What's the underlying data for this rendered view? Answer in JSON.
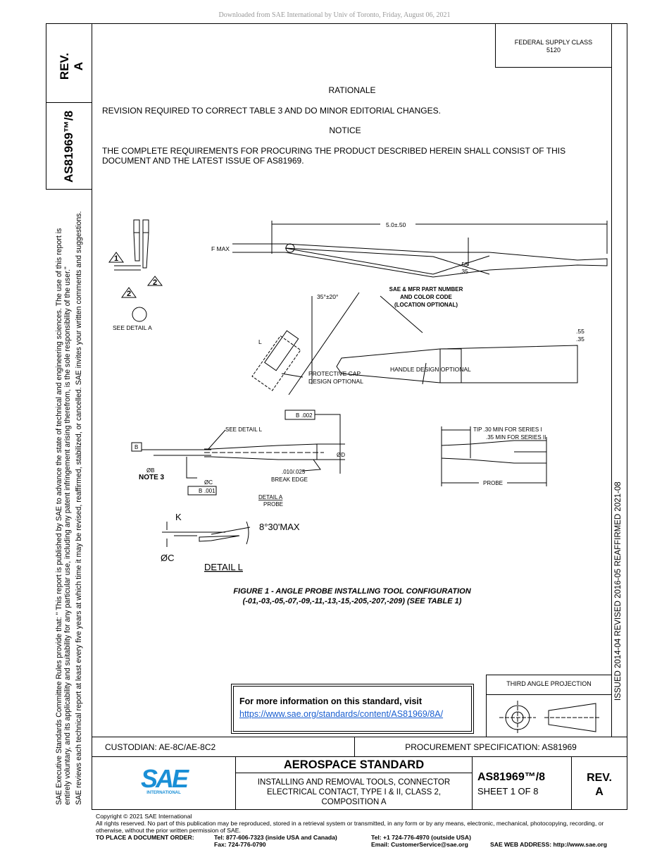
{
  "download_notice": "Downloaded from SAE International by Univ of Toronto, Friday, August 06, 2021",
  "side": {
    "rev_label": "REV.",
    "rev_value": "A",
    "doc_number": "AS81969™/8",
    "disclaimer_line1": "SAE Executive Standards Committee Rules provide that: \"  This report is published by SAE to advance the state of technical and engineering sciences. The use of this report is",
    "disclaimer_line2": "entirely voluntary, and its applicability and suitability for any particular use, including any patent infringement arising therefrom, is the sole responsibility of the user.\"",
    "disclaimer_line3": "SAE reviews each technical report at least every five years at which time it may be revised, reaffirmed, stabilized, or cancelled. SAE invites your written comments and suggestions.",
    "dates": "ISSUED 2014-04     REVISED 2016-05     REAFFIRMED 2021-08"
  },
  "header": {
    "supply_class_label": "FEDERAL SUPPLY CLASS",
    "supply_class_value": "5120"
  },
  "body": {
    "rationale_heading": "RATIONALE",
    "rationale_text": "REVISION REQUIRED TO CORRECT TABLE 3 AND DO MINOR EDITORIAL CHANGES.",
    "notice_heading": "NOTICE",
    "notice_text": "THE COMPLETE REQUIREMENTS FOR PROCURING THE PRODUCT DESCRIBED HEREIN SHALL CONSIST OF THIS DOCUMENT AND THE LATEST ISSUE OF AS81969."
  },
  "figure": {
    "labels": {
      "tri1": "1",
      "tri2": "2",
      "tri2b": "2",
      "see_detail_a": "SEE DETAIL A",
      "length": "5.0±.50",
      "f_max": "F MAX",
      "dim_top_a": ".55",
      "dim_top_b": ".35",
      "angle": "35°±20°",
      "part_number_1": "SAE & MFR PART NUMBER",
      "part_number_2": "AND COLOR CODE",
      "part_number_3": "(LOCATION OPTIONAL)",
      "l": "L",
      "dim_handle_a": ".55",
      "dim_handle_b": ".35",
      "handle_optional": "HANDLE DESIGN OPTIONAL",
      "cap_1": "PROTECTIVE CAP",
      "cap_2": "DESIGN OPTIONAL",
      "fcf_top_datum": "B",
      "fcf_top_tol": ".002",
      "see_detail_l": "SEE DETAIL L",
      "datum_b": "B",
      "od": "ØD",
      "ob": "ØB",
      "note3": "NOTE 3",
      "oc": "ØC",
      "fcf_bot_datum": "B",
      "fcf_bot_tol": ".001",
      "break_edge_1": ".010/.025",
      "break_edge_2": "BREAK EDGE",
      "detail_a": "DETAIL A",
      "detail_a_sub": "PROBE",
      "tip_1": "TIP .30   MIN FOR SERIES I",
      "tip_2": ".35   MIN FOR SERIES II",
      "probe": "PROBE",
      "k": "K",
      "angle_max": "8°30'MAX",
      "oc2": "ØC",
      "detail_l": "DETAIL L"
    },
    "caption_1": "FIGURE 1 - ANGLE PROBE INSTALLING TOOL CONFIGURATION",
    "caption_2": "(-01,-03,-05,-07,-09,-11,-13,-15,-205,-207,-209) (SEE TABLE 1)"
  },
  "info_box": {
    "text": "For more information on this standard, visit",
    "link": "https://www.sae.org/standards/content/AS81969/8A/"
  },
  "projection_label": "THIRD ANGLE PROJECTION",
  "title_block": {
    "custodian": "CUSTODIAN: AE-8C/AE-8C2",
    "procurement": "PROCUREMENT SPECIFICATION: AS81969",
    "logo_text": "SAE",
    "logo_sub": "INTERNATIONAL",
    "standard_type": "AEROSPACE STANDARD",
    "title": "INSTALLING AND REMOVAL TOOLS, CONNECTOR ELECTRICAL CONTACT, TYPE I & II, CLASS 2, COMPOSITION A",
    "doc_number": "AS81969™/8",
    "sheet": "SHEET 1 OF 8",
    "rev_label": "REV.",
    "rev_value": "A",
    "logo_color": "#1a8fd6"
  },
  "footer": {
    "copyright": "Copyright © 2021 SAE International",
    "rights": "All rights reserved. No part of this publication may be reproduced, stored in a retrieval system or transmitted, in any form or by any means, electronic, mechanical, photocopying, recording, or otherwise, without the prior written permission of SAE.",
    "order_label": "TO PLACE A DOCUMENT ORDER:",
    "tel_us": "Tel: 877-606-7323 (inside USA and Canada)",
    "fax": "Fax: 724-776-0790",
    "tel_intl": "Tel: +1 724-776-4970 (outside USA)",
    "email": "Email: CustomerService@sae.org",
    "web": "SAE WEB ADDRESS: http://www.sae.org"
  }
}
